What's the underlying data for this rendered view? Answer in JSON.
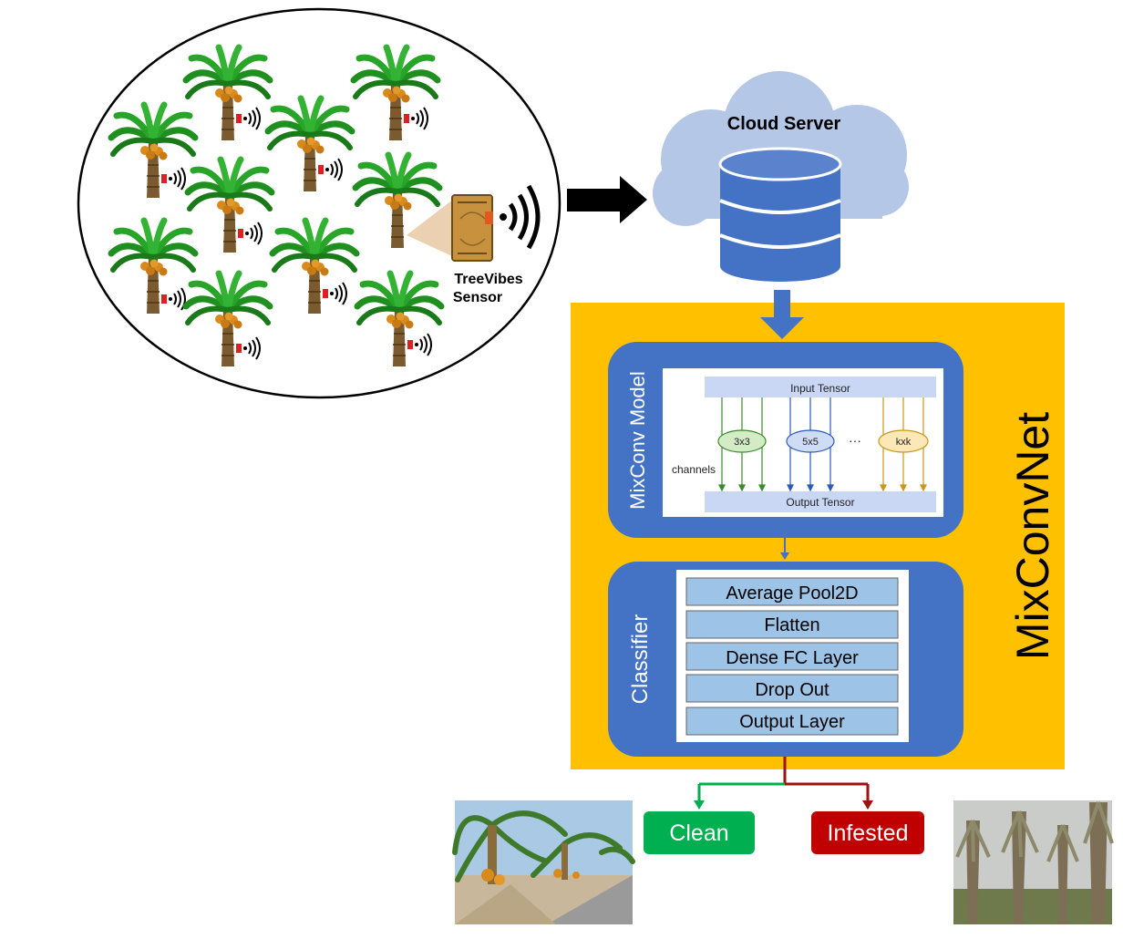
{
  "sensor": {
    "label_line1": "TreeVibes",
    "label_line2": "Sensor"
  },
  "cloud": {
    "label": "Cloud Server"
  },
  "mixconvnet": {
    "title": "MixConvNet"
  },
  "mixconv_model": {
    "label": "MixConv Model",
    "input_tensor": "Input Tensor",
    "output_tensor": "Output Tensor",
    "channels": "channels",
    "kernels": [
      "3x3",
      "5x5",
      "kxk"
    ],
    "ellipsis": "···"
  },
  "classifier": {
    "label": "Classifier",
    "layers": [
      "Average Pool2D",
      "Flatten",
      "Dense FC Layer",
      "Drop Out",
      "Output Layer"
    ]
  },
  "outputs": {
    "clean": "Clean",
    "infested": "Infested"
  },
  "colors": {
    "yellow": "#ffc000",
    "blue": "#4472c4",
    "light_blue": "#9dc3e6",
    "tensor_bar": "#c9d7f5",
    "clean": "#00b050",
    "infested": "#c00000",
    "output_line": "#9e1111",
    "cloud": "#b4c7e7"
  }
}
